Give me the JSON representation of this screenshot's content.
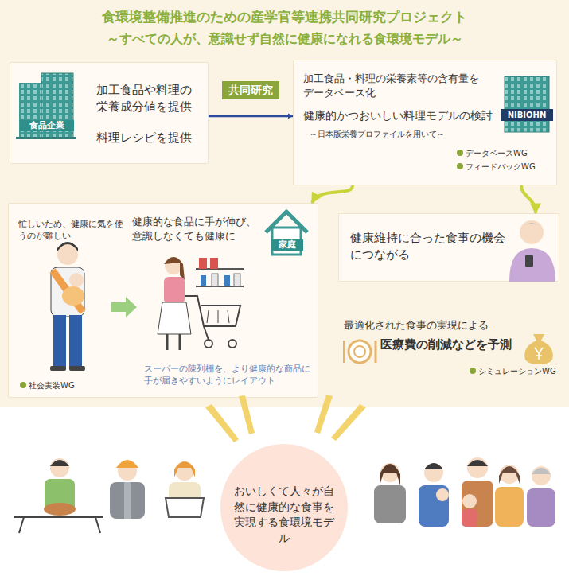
{
  "diagram": {
    "title": "食環境整備推進のための産学官等連携共同研究プロジェクト",
    "nodes": [
      {
        "text": [
          "加工食品や料理の栄養成分値を提供",
          "料理レシピを提供"
        ]
      },
      {
        "text": [
          "食品企業"
        ],
        "in": 0
      },
      {
        "text": [
          "加工食品・料理の栄養素等の含有量をデータベース化",
          "健康的かつおいしい料理モデルの検討",
          "～日本版栄養プロファイルを用いて～",
          "データベースWG",
          "フィードバックWG"
        ]
      },
      {
        "text": [
          "NIBIOHN"
        ],
        "in": 2
      },
      {
        "text": [
          "忙しいため、健康に気を使うのが難しい",
          "健康的な食品に手が伸び、意識しなくても健康に",
          "スーパーの陳列棚を、より健康的な商品に手が届きやすいようにレイアウト",
          "社会実装WG"
        ]
      },
      {
        "text": [
          "家庭"
        ],
        "in": 4
      },
      {
        "text": [
          "健康維持に合った食事の機会につながる"
        ]
      },
      {
        "text": [
          "おいしくて人々が自然に健康的な食事を実現する食環境モデル"
        ]
      }
    ],
    "edges": [
      {
        "from": 0,
        "to": 2,
        "label": "共同研究",
        "arrow": "to"
      },
      {
        "from": 2,
        "to": 4,
        "arrow": "to"
      },
      {
        "from": 2,
        "to": 6,
        "arrow": "to"
      }
    ],
    "labels": [
      "～すべての人が、意識せず自然に健康になれる食環境モデル～",
      "最適化された食事の実現による",
      "医療費の削減などを予測",
      "シミュレーションWG"
    ]
  }
}
